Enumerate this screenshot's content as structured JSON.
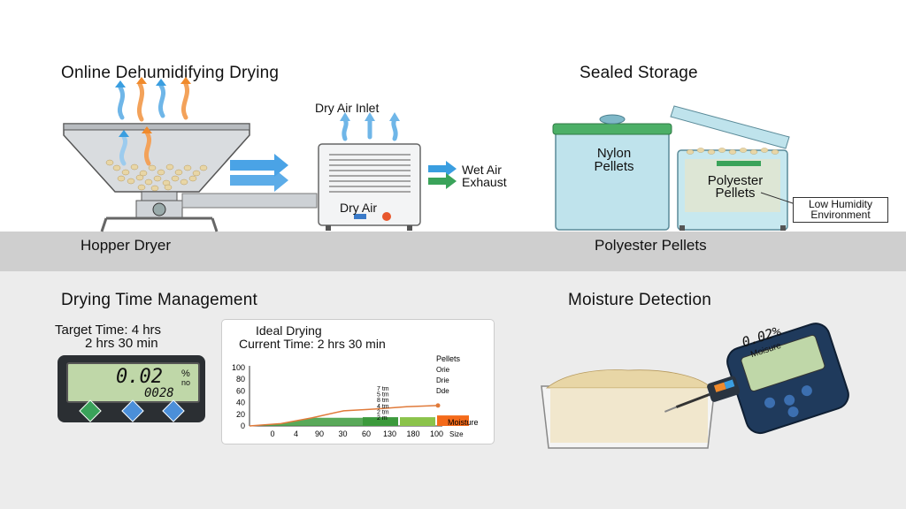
{
  "top_left": {
    "title": "Online Dehumidifying Drying",
    "hopper_label": "Hopper Dryer",
    "dryer_label": "Dry Air",
    "inlet_label": "Dry Air Inlet",
    "wet_air_label": "Wet Air",
    "exhaust_label": "Exhaust"
  },
  "top_right": {
    "title": "Sealed Storage",
    "nylon_line1": "Nylon",
    "nylon_line2": "Pellets",
    "polyester_line1": "Polyester",
    "polyester_line2": "Pellets",
    "callout_line1": "Low Humidity",
    "callout_line2": "Environment",
    "ground_label": "Polyester Pellets"
  },
  "bottom_left": {
    "title": "Drying Time Management",
    "target_line1": "Target Time: 4 hrs",
    "target_line2": "2 hrs 30 min",
    "timer_value": "0.02",
    "timer_unit": "%",
    "timer_sub": "no",
    "timer_count": "0028",
    "chart_title1": "Ideal Drying",
    "chart_title2": "Current Time: 2 hrs 30 min"
  },
  "bottom_right": {
    "title": "Moisture Detection",
    "meter_value": "0.02%",
    "meter_sub": "Moisure"
  },
  "colors": {
    "ground": "#cfcfcf",
    "tank_blue": "#bfe3ec",
    "lid_green": "#3aa35a",
    "arrow_blue": "#3a9ee0",
    "arrow_orange": "#f08a2c",
    "lcd_green": "#bfd7a8",
    "meter_blue": "#1f3a5c"
  },
  "chart_data": {
    "type": "line",
    "y_ticks": [
      "100",
      "80",
      "60",
      "40",
      "20",
      "0"
    ],
    "x_ticks": [
      "0",
      "4",
      "90",
      "30",
      "60",
      "130",
      "180",
      "100"
    ],
    "ylim": [
      0,
      100
    ],
    "legend_right": [
      "Pellets",
      "Orie",
      "Drie",
      "Dde"
    ],
    "xlabel_right_1": "Moisture",
    "xlabel_right_2": "Size",
    "stair_labels": [
      "7 tm",
      "5 tm",
      "8 tm",
      "4 tm",
      "2 tm",
      "2 m"
    ],
    "series": [
      {
        "values": [
          0,
          4,
          14,
          26,
          29,
          33,
          35
        ]
      }
    ],
    "bars": [
      {
        "color": "#3c9a3c",
        "level": 15
      },
      {
        "color": "#8bc34a",
        "level": 15
      },
      {
        "color": "#f46a1a",
        "level": 18
      }
    ]
  }
}
